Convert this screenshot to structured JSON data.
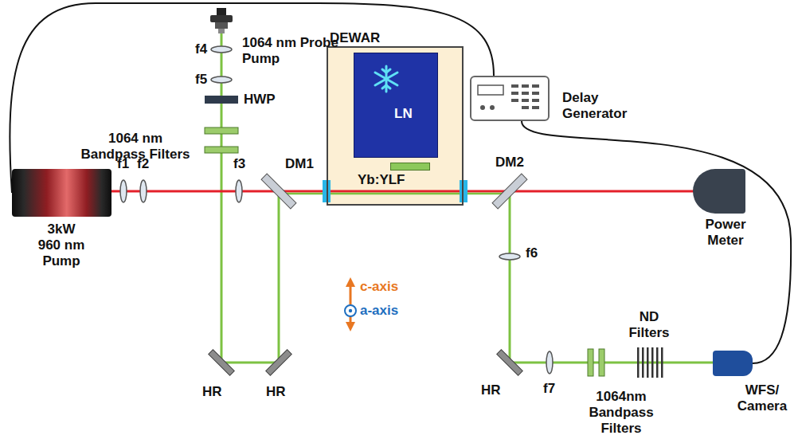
{
  "diagram": {
    "nodes": [
      {
        "text": [
          "1064 nm Probe Pump"
        ]
      },
      {
        "text": [
          "3kW 960 nm Pump"
        ]
      },
      {
        "text": [
          "Delay Generator"
        ]
      },
      {
        "text": [
          "DEWAR"
        ]
      },
      {
        "text": [
          "LN"
        ],
        "in": 3
      },
      {
        "text": [
          "Yb:YLF"
        ],
        "in": 3
      },
      {
        "text": [
          "Power Meter"
        ]
      },
      {
        "text": [
          "WFS/ Camera"
        ]
      }
    ],
    "edges": [
      {
        "from": 2,
        "to": 1,
        "arrow": "none"
      },
      {
        "from": 2,
        "to": 7,
        "arrow": "none"
      }
    ],
    "labels": [
      "f4",
      "f5",
      "HWP",
      "1064 nm Bandpass Filters",
      "f1",
      "f2",
      "f3",
      "DM1",
      "DM2",
      "c-axis",
      "a-axis",
      "HR",
      "HR",
      "f6",
      "HR",
      "f7",
      "1064nm Bandpass Filters",
      "ND Filters"
    ]
  }
}
